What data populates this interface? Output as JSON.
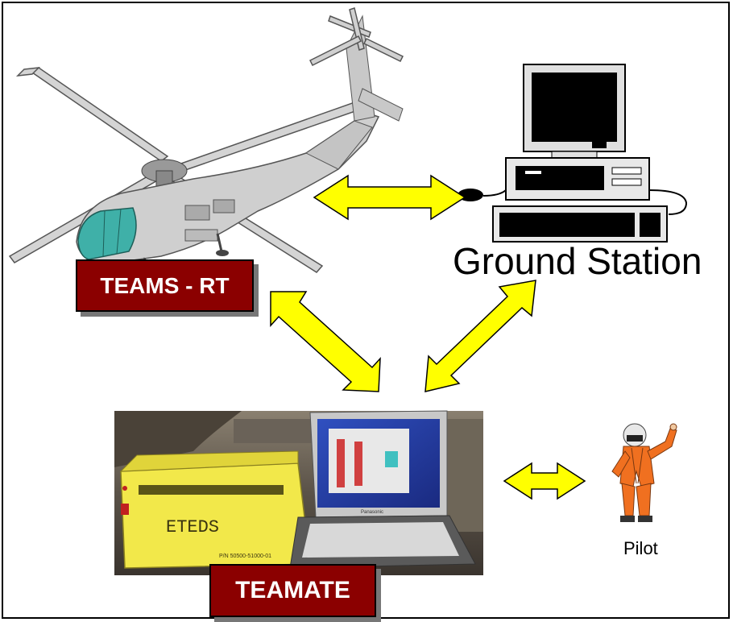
{
  "labels": {
    "teams_rt": "TEAMS - RT",
    "ground_station": "Ground Station",
    "teamate": "TEAMATE",
    "pilot": "Pilot"
  },
  "photo_text": {
    "eteds": "ETEDS",
    "part_number": "P/N 50500-51000-01",
    "laptop_brand": "Panasonic"
  },
  "colors": {
    "label_fill": "#8b0000",
    "arrow_fill": "#ffff00",
    "pilot_suit": "#f07020",
    "helicopter_body": "#c8c8c8",
    "cockpit_glass": "#3fb0a8",
    "eteds_case": "#f2e84a"
  },
  "icons": [
    "helicopter-icon",
    "computer-icon",
    "pilot-icon",
    "eteds-box-icon",
    "laptop-icon"
  ]
}
